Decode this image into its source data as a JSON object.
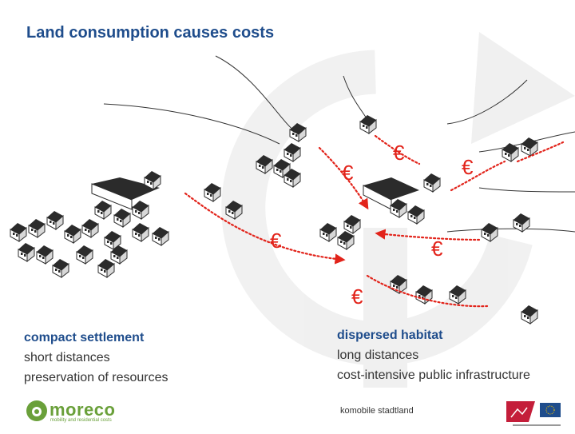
{
  "title": "Land consumption causes costs",
  "currency_symbol": "€",
  "colors": {
    "title": "#1f4d8c",
    "euro": "#e2231a",
    "arrow": "#e2231a",
    "logo": "#6aa03a"
  },
  "left_caption": {
    "heading": "compact settlement",
    "line2": "short distances",
    "line3": "preservation of resources"
  },
  "right_caption": {
    "heading": "dispersed habitat",
    "line2": "long distances",
    "line3": "cost-intensive public infrastructure"
  },
  "footer": {
    "logo_name": "moreco",
    "logo_tagline": "mobility and residential costs",
    "center_text": "komobile stadtland"
  },
  "icons": [
    "house-icon",
    "euro-icon",
    "moreco-logo-icon",
    "eu-alpine-space-logo"
  ]
}
